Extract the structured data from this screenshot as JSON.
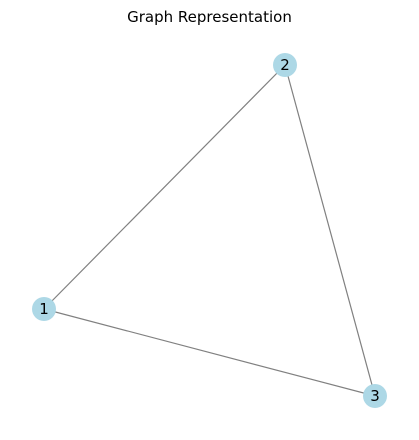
{
  "title": "Graph Representation",
  "colors": {
    "node_fill": "#add8e6",
    "edge_stroke": "#808080",
    "label": "#000000",
    "background": "#ffffff"
  },
  "nodes": [
    {
      "id": "1",
      "label": "1"
    },
    {
      "id": "2",
      "label": "2"
    },
    {
      "id": "3",
      "label": "3"
    }
  ],
  "edges": [
    {
      "source": "1",
      "target": "2"
    },
    {
      "source": "2",
      "target": "3"
    },
    {
      "source": "1",
      "target": "3"
    }
  ]
}
